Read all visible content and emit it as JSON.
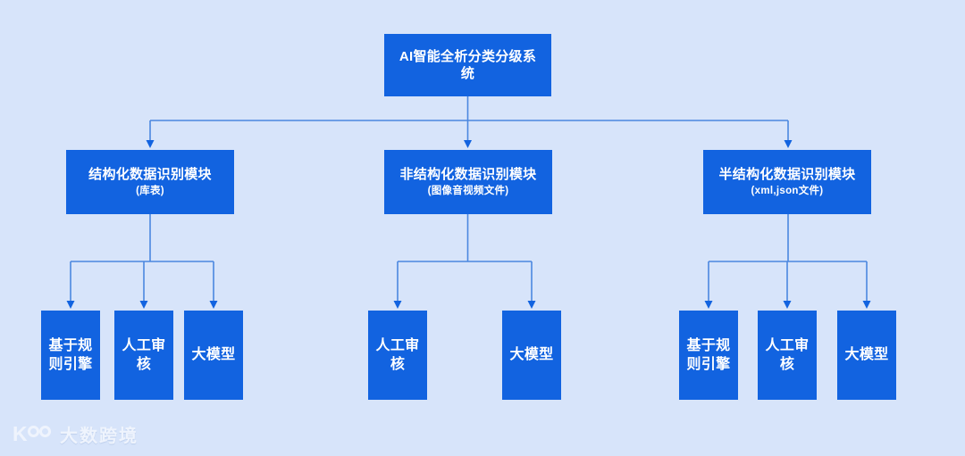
{
  "diagram": {
    "title": "AI智能全析分类分级系统",
    "background_color": "#d7e4fa",
    "node_color": "#1263e0",
    "node_text_color": "#ffffff",
    "connector_color": "#3b7ddd",
    "root": {
      "label": "AI智能全析分类分级系统"
    },
    "branches": [
      {
        "label": "结构化数据识别模块",
        "sub": "(库表)",
        "leaves": [
          {
            "label": "基于规则引擎"
          },
          {
            "label": "人工审核"
          },
          {
            "label": "大模型"
          }
        ]
      },
      {
        "label": "非结构化数据识别模块",
        "sub": "(图像音视频文件)",
        "leaves": [
          {
            "label": "人工审核"
          },
          {
            "label": "大模型"
          }
        ]
      },
      {
        "label": "半结构化数据识别模块",
        "sub": "(xml,json文件)",
        "leaves": [
          {
            "label": "基于规则引擎"
          },
          {
            "label": "人工审核"
          },
          {
            "label": "大模型"
          }
        ]
      }
    ]
  },
  "watermark": {
    "text": "大数跨境"
  }
}
